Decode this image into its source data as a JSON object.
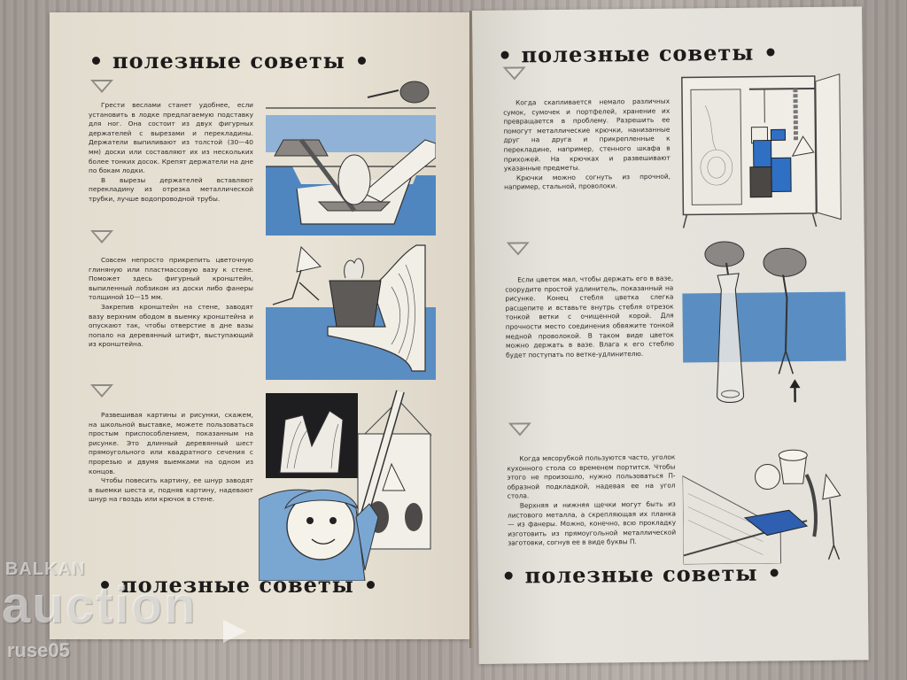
{
  "heading": "полезные советы",
  "left_page": {
    "heading_top": "полезные советы",
    "heading_bottom": "полезные советы",
    "tips": [
      {
        "marker": "triangle",
        "paragraphs": [
          "Грести веслами станет удобнее, если установить в лодке предлагаемую подставку для ног. Она состоит из двух фигурных держателей с вырезами и перекладины. Держатели выпиливают из толстой (30—40 мм) доски или составляют их из нескольких более тонких досок. Крепят держатели на дне по бокам лодки.",
          "В вырезы держателей вставляют перекладину из отрезка металлической трубки, лучше водопроводной трубы."
        ],
        "illustration": "boat-footrest-illustration"
      },
      {
        "marker": "triangle",
        "paragraphs": [
          "Совсем непросто прикрепить цветочную глиняную или пластмассовую вазу к стене. Поможет здесь фигурный кронштейн, выпиленный лобзиком из доски либо фанеры толщиной 10—15 мм.",
          "Закрепив кронштейн на стене, заводят вазу верхним ободом в выемку кронштейна и опускают так, чтобы отверстие в дне вазы попало на деревянный штифт, выступающий из кронштейна."
        ],
        "illustration": "flowerpot-bracket-illustration"
      },
      {
        "marker": "triangle",
        "paragraphs": [
          "Развешивая картины и рисунки, скажем, на школьной выставке, можете пользоваться простым приспособлением, показанным на рисунке. Это длинный деревянный шест прямоугольного или квадратного сечения с прорезью и двумя выемками на одном из концов.",
          "Чтобы повесить картину, ее шнур заводят в выемки шеста и, подняв картину, надевают шнур на гвоздь или крючок в стене."
        ],
        "illustration": "picture-hanging-pole-illustration"
      }
    ]
  },
  "right_page": {
    "heading_top": "полезные советы",
    "heading_bottom": "полезные советы",
    "tips": [
      {
        "marker": "triangle",
        "paragraphs": [
          "Когда скапливается немало различных сумок, сумочек и портфелей, хранение их превращается в проблему. Разрешить ее помогут металлические крючки, нанизанные друг на друга и прикрепленные к перекладине, например, стенного шкафа в прихожей. На крючках и развешивают указанные предметы.",
          "Крючки можно согнуть из прочной, например, стальной, проволоки."
        ],
        "illustration": "wardrobe-hooks-illustration"
      },
      {
        "marker": "triangle",
        "paragraphs": [
          "Если цветок мал, чтобы держать его в вазе, соорудите простой удлинитель, показанный на рисунке. Конец стебля цветка слегка расщепите и вставьте внутрь стебля отрезок тонкой ветки с очищенной корой. Для прочности место соединения обвяжите тонкой медной проволокой. В таком виде цветок можно держать в вазе. Влага к его стеблю будет поступать по ветке-удлинителю."
        ],
        "illustration": "flower-stem-extender-illustration"
      },
      {
        "marker": "triangle",
        "paragraphs": [
          "Когда мясорубкой пользуются часто, уголок кухонного стола со временем портится. Чтобы этого не произошло, нужно пользоваться П-образной подкладкой, надевая ее на угол стола.",
          "Верхняя и нижняя щечки могут быть из листового металла, а скрепляющая их планка — из фанеры. Можно, конечно, всю прокладку изготовить из прямоугольной металлической заготовки, согнув ее в виде буквы П."
        ],
        "illustration": "meat-grinder-pad-illustration"
      }
    ]
  },
  "watermark": {
    "line1": "BALKAN",
    "line2": "auction",
    "line3": "ruse05"
  },
  "colors": {
    "accent_blue": "#5a8dc2",
    "ink": "#1d1b1a",
    "paper_left": "#e6e1d5",
    "paper_right": "#e4e2db",
    "table_wood": "#a59c97"
  }
}
